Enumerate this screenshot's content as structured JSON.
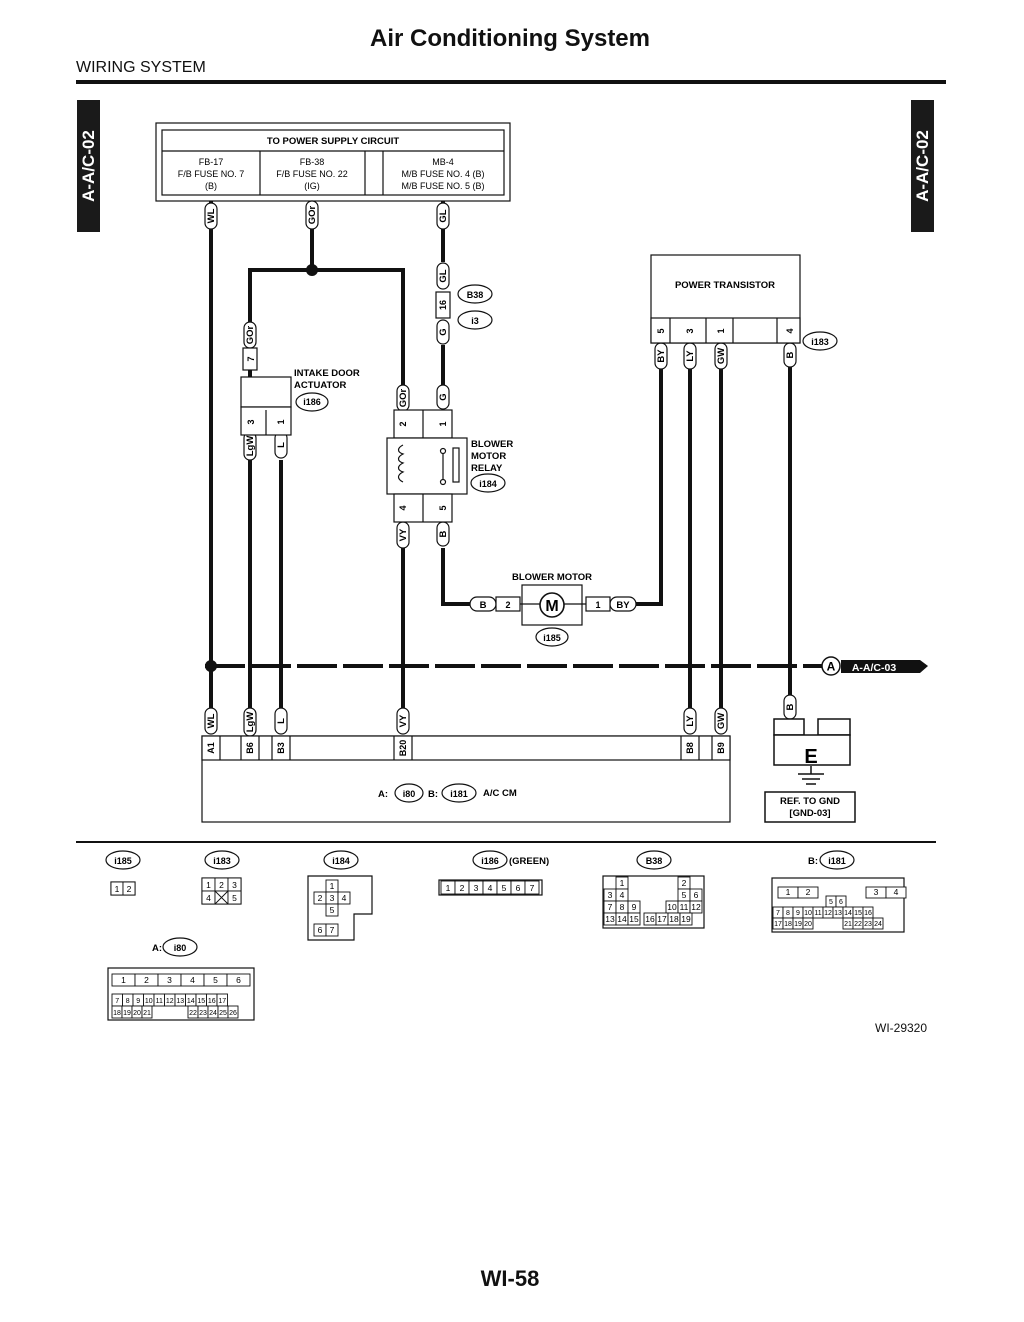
{
  "header": {
    "title": "Air Conditioning System",
    "section": "WIRING SYSTEM",
    "side_tab": "A-A/C-02"
  },
  "power_supply": {
    "title": "TO POWER SUPPLY CIRCUIT",
    "fuses": [
      {
        "id": "FB-17",
        "name": "F/B FUSE NO. 7",
        "state": "(B)"
      },
      {
        "id": "FB-38",
        "name": "F/B FUSE NO. 22",
        "state": "(IG)"
      },
      {
        "id": "MB-4",
        "name": "M/B FUSE NO. 4 (B)",
        "state": "M/B FUSE NO. 5 (B)"
      }
    ]
  },
  "wires": {
    "wl": "WL",
    "gor": "GOr",
    "gl": "GL",
    "g": "G",
    "lgw": "LgW",
    "l": "L",
    "vy": "VY",
    "b": "B",
    "by": "BY",
    "ly": "LY",
    "gw": "GW"
  },
  "components": {
    "intake_door": {
      "line1": "INTAKE DOOR",
      "line2": "ACTUATOR",
      "connector": "i186",
      "pins": [
        "7",
        "3",
        "1"
      ]
    },
    "blower_relay": {
      "line1": "BLOWER",
      "line2": "MOTOR",
      "line3": "RELAY",
      "connector": "i184",
      "pins": [
        "2",
        "1",
        "4",
        "5"
      ]
    },
    "blower_motor": {
      "label": "BLOWER MOTOR",
      "symbol": "M",
      "connector": "i185",
      "pins": [
        "2",
        "1"
      ]
    },
    "power_transistor": {
      "label": "POWER TRANSISTOR",
      "connector": "i183",
      "pins": [
        "5",
        "3",
        "1",
        "4"
      ]
    },
    "b38": {
      "connector": "B38",
      "sub": "i3",
      "pin": "16"
    },
    "ground": {
      "symbol": "E",
      "ref_line1": "REF. TO GND",
      "ref_line2": "[GND-03]"
    },
    "acm": {
      "a_prefix": "A:",
      "a_conn": "i80",
      "b_prefix": "B:",
      "b_conn": "i181",
      "label": "A/C CM",
      "pins": [
        "A1",
        "B6",
        "B3",
        "B20",
        "B8",
        "B9"
      ]
    },
    "offpage": {
      "circle": "A",
      "ref": "A-A/C-03"
    }
  },
  "connectors": {
    "i185": {
      "label": "i185",
      "rows": [
        [
          "1",
          "2"
        ]
      ]
    },
    "i183": {
      "label": "i183",
      "rows": [
        [
          "1",
          "2",
          "3"
        ],
        [
          "4",
          "",
          "5"
        ]
      ]
    },
    "i184": {
      "label": "i184",
      "rows": [
        [
          "1"
        ],
        [
          "2",
          "3",
          "4"
        ],
        [
          "5"
        ],
        [
          "6",
          "7"
        ]
      ]
    },
    "i186": {
      "label": "i186",
      "suffix": "(GREEN)",
      "rows": [
        [
          "1",
          "2",
          "3",
          "4",
          "5",
          "6",
          "7"
        ]
      ]
    },
    "B38": {
      "label": "B38",
      "rows": [
        [
          "1",
          "2"
        ],
        [
          "3",
          "4",
          "5",
          "6"
        ],
        [
          "7",
          "8",
          "9",
          "10",
          "11",
          "12"
        ],
        [
          "13",
          "14",
          "15",
          "16",
          "17",
          "18",
          "19"
        ]
      ]
    },
    "i181": {
      "prefix": "B:",
      "label": "i181",
      "rows": [
        [
          "1",
          "2",
          "3",
          "4"
        ],
        [
          "5",
          "6"
        ],
        [
          "7",
          "8",
          "9",
          "10",
          "11",
          "12",
          "13",
          "14",
          "15",
          "16"
        ],
        [
          "17",
          "18",
          "19",
          "20",
          "21",
          "22",
          "23",
          "24"
        ]
      ]
    },
    "i80": {
      "prefix": "A:",
      "label": "i80",
      "rows": [
        [
          "1",
          "2",
          "3",
          "4",
          "5",
          "6"
        ],
        [
          "7",
          "8",
          "9",
          "10",
          "11",
          "12",
          "13",
          "14",
          "15",
          "16",
          "17"
        ],
        [
          "18",
          "19",
          "20",
          "21",
          "22",
          "23",
          "24",
          "25",
          "26"
        ]
      ]
    }
  },
  "footer": {
    "figure_id": "WI-29320",
    "page": "WI-58"
  },
  "colors": {
    "ink": "#111111",
    "tab_bg": "#1a1a1a",
    "paper": "#ffffff"
  }
}
